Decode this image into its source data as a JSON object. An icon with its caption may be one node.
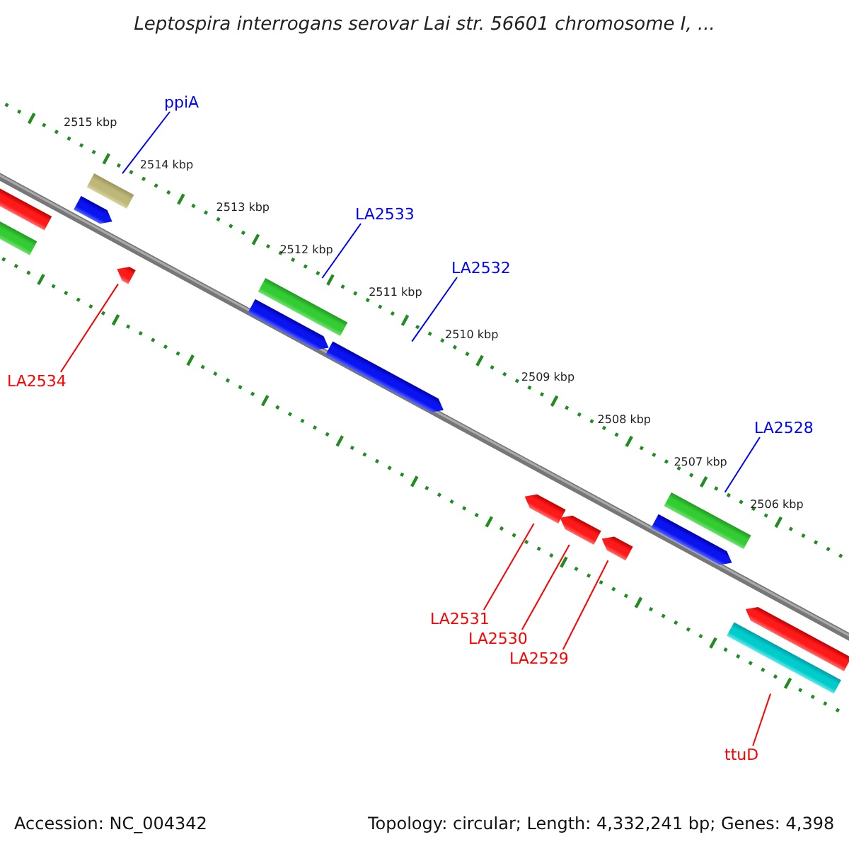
{
  "diagram": {
    "title": "Leptospira interrogans serovar Lai str. 56601 chromosome I, ...",
    "nodes": [
      {
        "text": [
          "ppiA"
        ]
      },
      {
        "text": [],
        "shape": "bar"
      },
      {
        "text": [
          "LA2533"
        ]
      },
      {
        "text": [],
        "shape": "bar"
      },
      {
        "text": [
          "LA2532"
        ]
      },
      {
        "text": [],
        "shape": "arrow"
      },
      {
        "text": [
          "LA2528"
        ]
      },
      {
        "text": [],
        "shape": "bar"
      },
      {
        "text": [
          "LA2534"
        ]
      },
      {
        "text": [],
        "shape": "arrow"
      },
      {
        "text": [
          "LA2531"
        ]
      },
      {
        "text": [],
        "shape": "arrow"
      },
      {
        "text": [
          "LA2530"
        ]
      },
      {
        "text": [],
        "shape": "arrow"
      },
      {
        "text": [
          "LA2529"
        ]
      },
      {
        "text": [],
        "shape": "arrow"
      },
      {
        "text": [
          "ttuD"
        ]
      },
      {
        "text": [],
        "shape": "bar"
      },
      {
        "text": [],
        "shape": "arrow"
      },
      {
        "text": [],
        "shape": "bar"
      },
      {
        "text": [],
        "shape": "arrow"
      },
      {
        "text": [],
        "shape": "arrow"
      },
      {
        "text": [],
        "shape": "arrow"
      },
      {
        "text": [],
        "shape": "arrow"
      }
    ],
    "edges": [
      {
        "from": 0,
        "to": 1,
        "arrow": "none",
        "color": "#0000ff"
      },
      {
        "from": 2,
        "to": 3,
        "arrow": "none",
        "color": "#0000ff"
      },
      {
        "from": 4,
        "to": 5,
        "arrow": "none",
        "color": "#0000ff"
      },
      {
        "from": 6,
        "to": 7,
        "arrow": "none",
        "color": "#0000ff"
      },
      {
        "from": 8,
        "to": 9,
        "arrow": "none"
      },
      {
        "from": 10,
        "to": 11,
        "arrow": "none"
      },
      {
        "from": 12,
        "to": 13,
        "arrow": "none"
      },
      {
        "from": 14,
        "to": 15,
        "arrow": "none"
      },
      {
        "from": 16,
        "to": 17,
        "arrow": "none"
      }
    ],
    "labels": [
      "2515 kbp",
      "2514 kbp",
      "2513 kbp",
      "2512 kbp",
      "2511 kbp",
      "2510 kbp",
      "2509 kbp",
      "2508 kbp",
      "2507 kbp",
      "2506 kbp",
      "Accession: NC_004342",
      "Topology: circular; Length: 4,332,241 bp; Genes: 4,398"
    ]
  }
}
